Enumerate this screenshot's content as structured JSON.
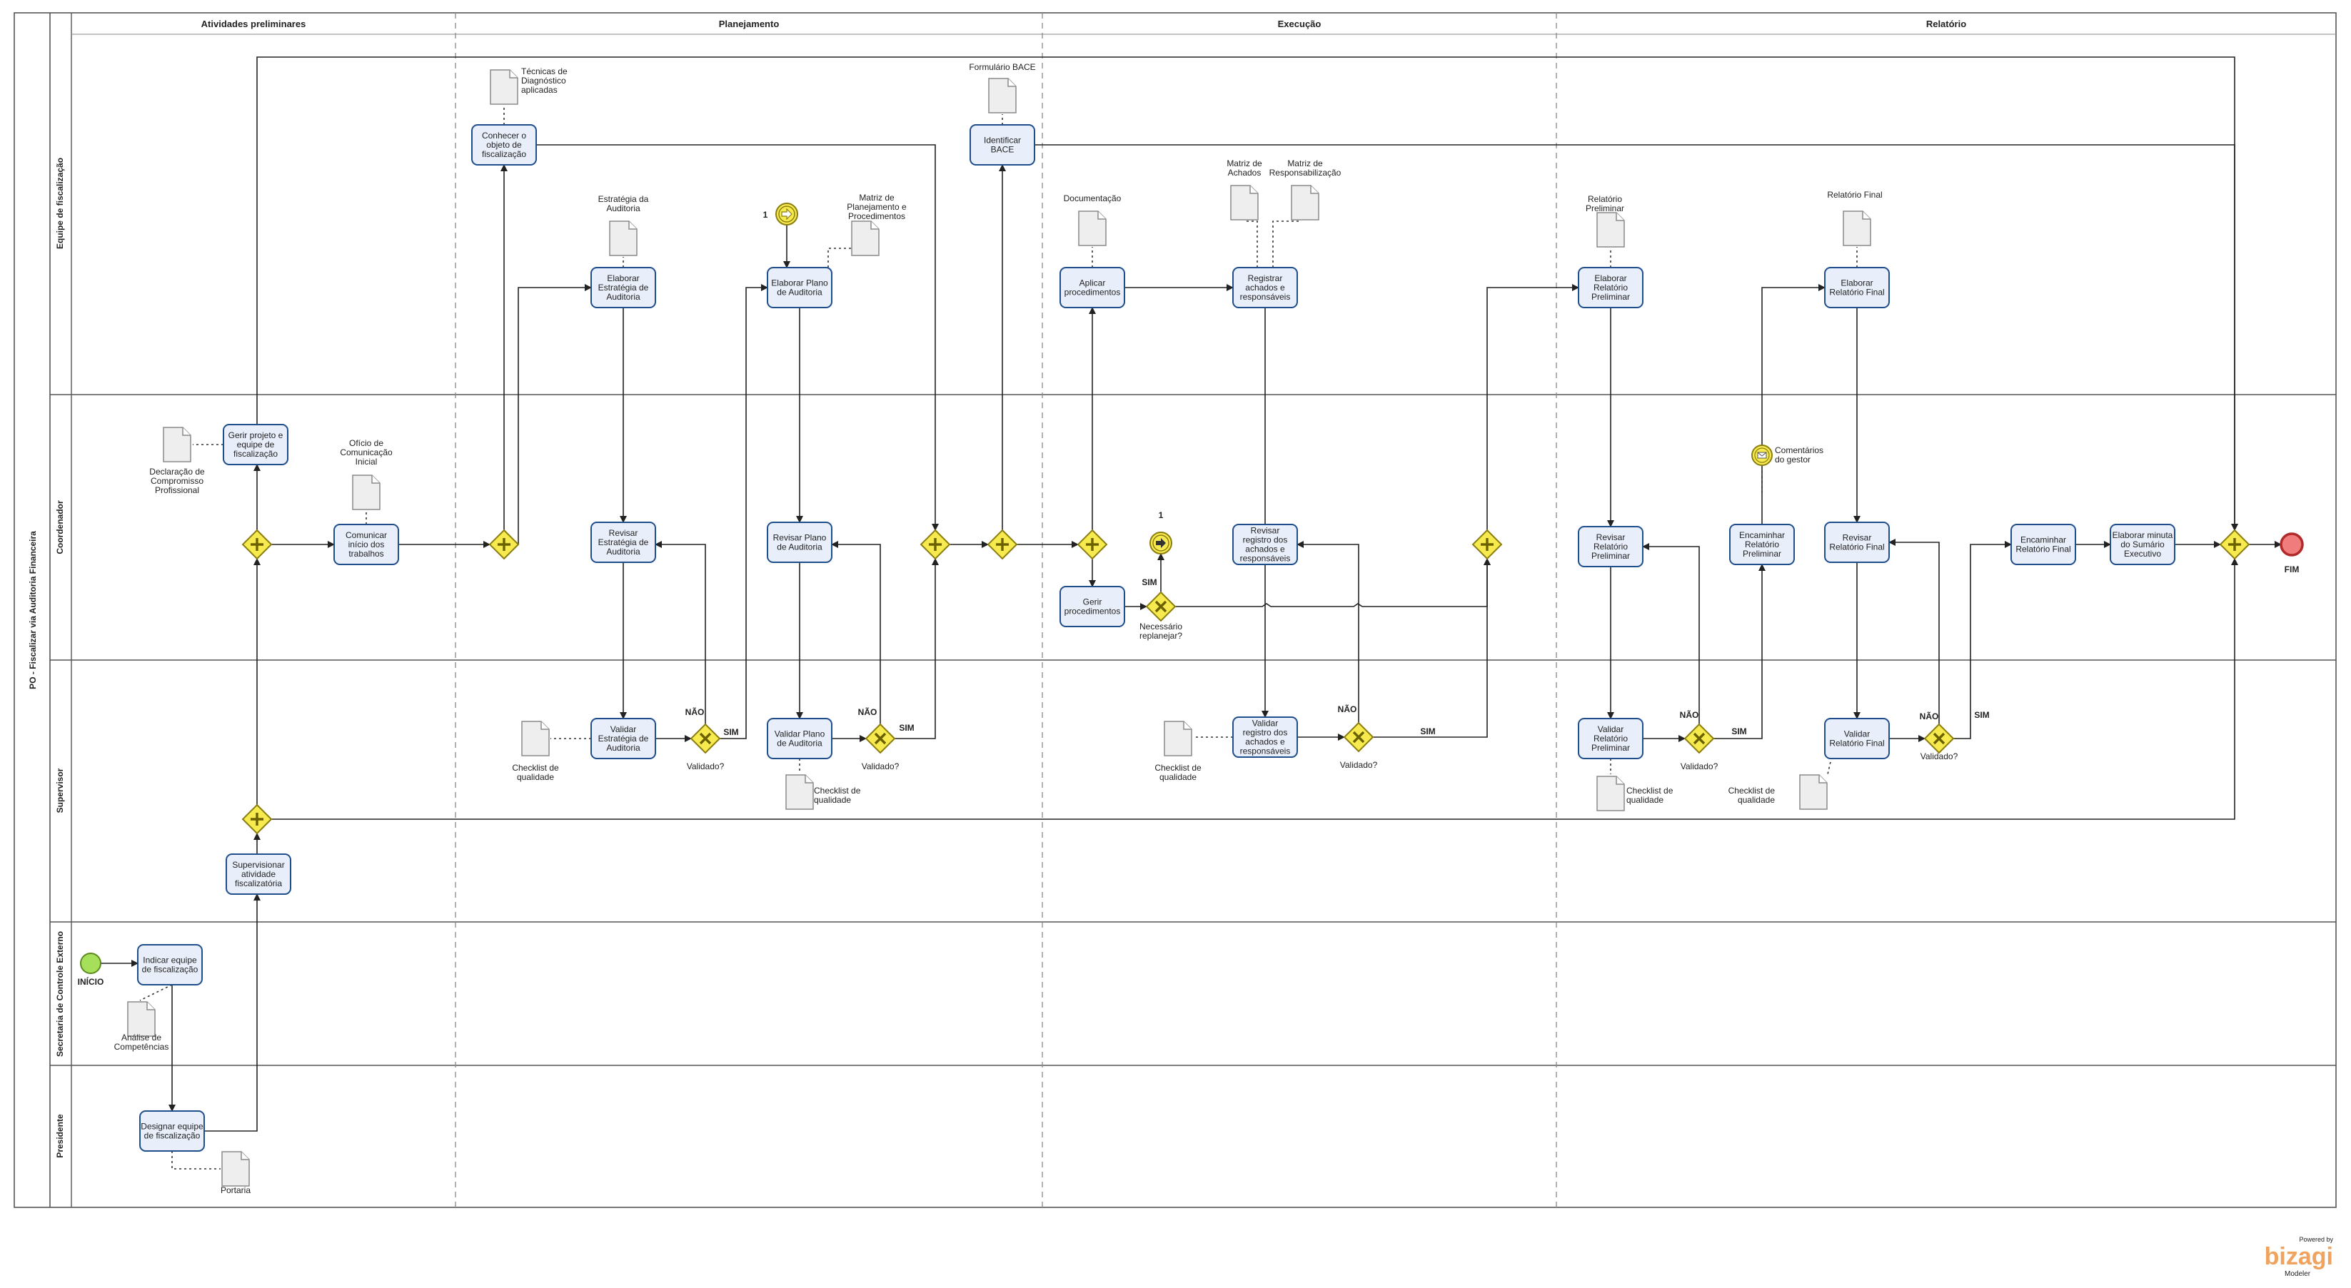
{
  "pool_title": "PO - Fiscalizar via Auditoria Financeira",
  "phases": [
    "Atividades preliminares",
    "Planejamento",
    "Execução",
    "Relatório"
  ],
  "lanes": [
    "Equipe de fiscalização",
    "Coordenador",
    "Supervisor",
    "Secretaria de Controle Externo",
    "Presidente"
  ],
  "tasks": {
    "t_conhecer": "Conhecer o objeto de fiscalização",
    "t_identificar": "Identificar BACE",
    "t_elab_estrat": "Elaborar Estratégia de Auditoria",
    "t_elab_plano": "Elaborar Plano de Auditoria",
    "t_aplicar": "Aplicar procedimentos",
    "t_registrar": "Registrar achados e responsáveis",
    "t_elab_prelim": "Elaborar Relatório Preliminar",
    "t_elab_final": "Elaborar Relatório Final",
    "t_gerir_proj": "Gerir projeto e equipe de fiscalização",
    "t_comunicar": "Comunicar início dos trabalhos",
    "t_rev_estrat": "Revisar Estratégia de Auditoria",
    "t_rev_plano": "Revisar Plano de Auditoria",
    "t_gerir_proc": "Gerir procedimentos",
    "t_rev_achados": "Revisar registro dos achados e responsáveis",
    "t_rev_prelim": "Revisar Relatório Preliminar",
    "t_encam_prelim": "Encaminhar Relatório Preliminar",
    "t_rev_final": "Revisar Relatório Final",
    "t_encam_final": "Encaminhar Relatório Final",
    "t_minuta": "Elaborar minuta do Sumário Executivo",
    "t_val_estrat": "Validar Estratégia de Auditoria",
    "t_val_plano": "Validar Plano de Auditoria",
    "t_val_achados": "Validar registro dos achados e responsáveis",
    "t_val_prelim": "Validar Relatório Preliminar",
    "t_val_final": "Validar Relatório Final",
    "t_supervisionar": "Supervisionar atividade fiscalizatória",
    "t_indicar": "Indicar equipe de fiscalização",
    "t_designar": "Designar equipe de fiscalização"
  },
  "documents": {
    "d_tecnicas": "Técnicas de Diagnóstico aplicadas",
    "d_formulario": "Formulário BACE",
    "d_estrategia": "Estratégia da Auditoria",
    "d_matriz_plan": "Matriz de Planejamento e Procedimentos",
    "d_documentacao": "Documentação",
    "d_matriz_achados": "Matriz de Achados",
    "d_matriz_resp": "Matriz de Responsabilização",
    "d_rel_prelim": "Relatório Preliminar",
    "d_rel_final": "Relatório Final",
    "d_declaracao": "Declaração de Compromisso Profissional",
    "d_oficio": "Ofício de Comunicação Inicial",
    "d_check1": "Checklist de qualidade",
    "d_check2": "Checklist de qualidade",
    "d_check3": "Checklist de qualidade",
    "d_check4": "Checklist de qualidade",
    "d_check5": "Checklist de qualidade",
    "d_analise": "Análise de Competências",
    "d_portaria": "Portaria"
  },
  "labels": {
    "validado": "Validado?",
    "nao": "NÃO",
    "sim": "SIM",
    "necessario": "Necessário replanejar?",
    "link": "1",
    "comentarios": "Comentários do gestor",
    "inicio": "INÍCIO",
    "fim": "FIM"
  },
  "brand": {
    "powered": "Powered by",
    "name": "bizagi",
    "sub": "Modeler",
    "color": "#f0a35e"
  },
  "colors": {
    "task_fill": "#e8eefa",
    "task_stroke": "#1f4e8c",
    "gateway": "#f6ea4f",
    "start": "#a6e05a",
    "end": "#f07c7c"
  }
}
